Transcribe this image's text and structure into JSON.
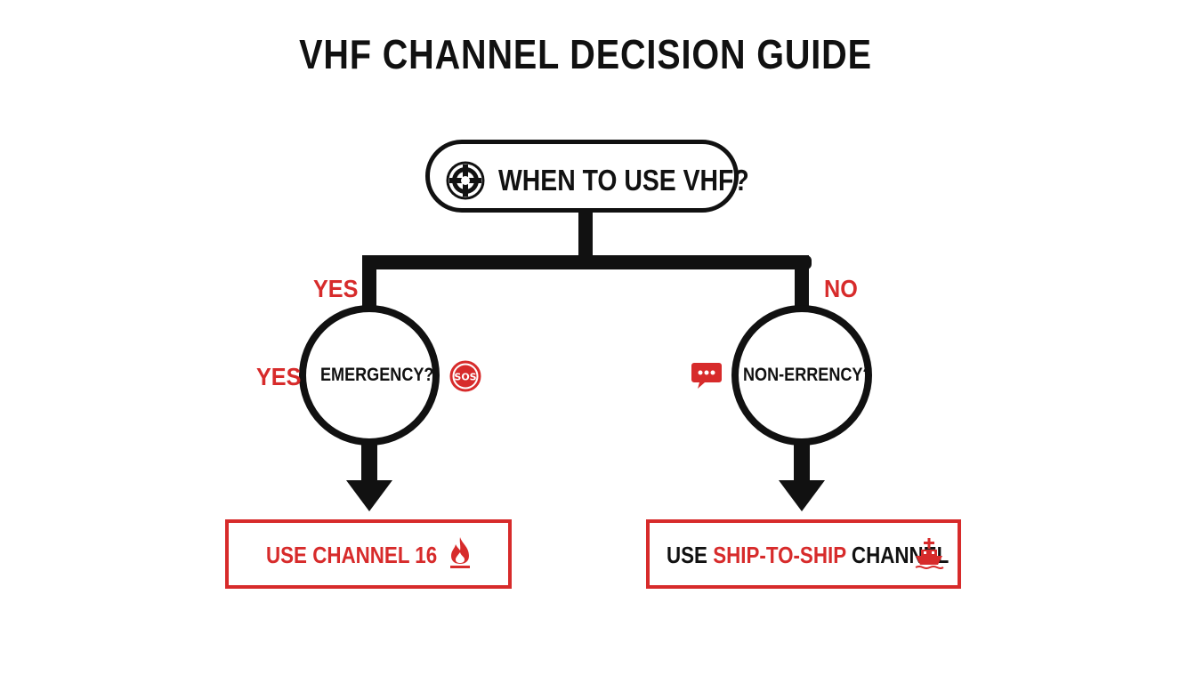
{
  "title": "VHF CHANNEL DECISION GUIDE",
  "root": {
    "label": "WHEN TO USE VHF?",
    "icon": "lifebuoy-icon"
  },
  "branches": {
    "left": {
      "label": "YES",
      "side_label": "YES",
      "node": "EMERGENCY?",
      "node_icon": "sos-icon"
    },
    "right": {
      "label": "NO",
      "node": "NON-ERRENCY?",
      "node_icon": "chat-bubble-icon"
    }
  },
  "results": {
    "left": {
      "label": "USE CHANNEL 16",
      "icon": "fire-icon"
    },
    "right": {
      "prefix": "USE ",
      "highlight": "SHIP-TO-SHIP",
      "suffix": " CHANNEL",
      "icon": "ship-icon"
    }
  },
  "colors": {
    "accent": "#d72b2b",
    "ink": "#111111",
    "background": "#ffffff"
  }
}
